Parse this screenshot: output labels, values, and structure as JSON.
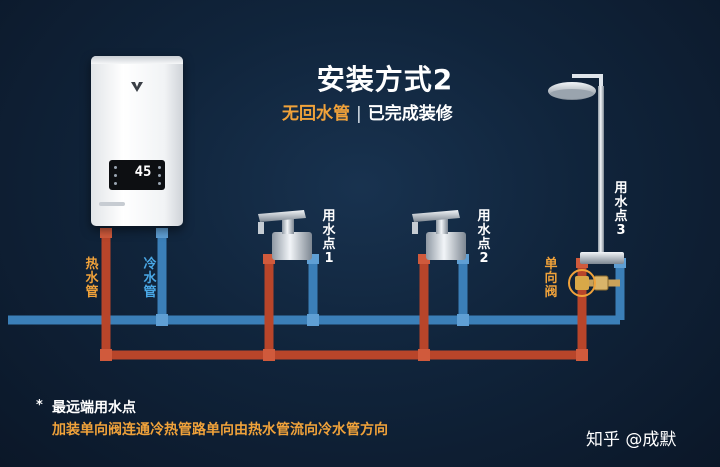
{
  "title": "安装方式2",
  "subtitle": {
    "part1": "无回水管",
    "separator": "|",
    "part2": "已完成装修"
  },
  "heater": {
    "display_temp": "45"
  },
  "labels": {
    "hot_pipe": "热水管",
    "cold_pipe": "冷水管",
    "point_1": "用水点1",
    "point_2": "用水点2",
    "point_3": "用水点3",
    "check_valve": "单向阀"
  },
  "note": {
    "star": "*",
    "heading": "最远端用水点",
    "description": "加装单向阀连通冷热管路单向由热水管流向冷水管方向"
  },
  "watermark": "知乎 @成默",
  "colors": {
    "background": "#10243b",
    "hot_pipe": "#b8452a",
    "cold_pipe": "#3b7fb8",
    "accent": "#f0a23a",
    "cold_label": "#4aa8e6"
  }
}
